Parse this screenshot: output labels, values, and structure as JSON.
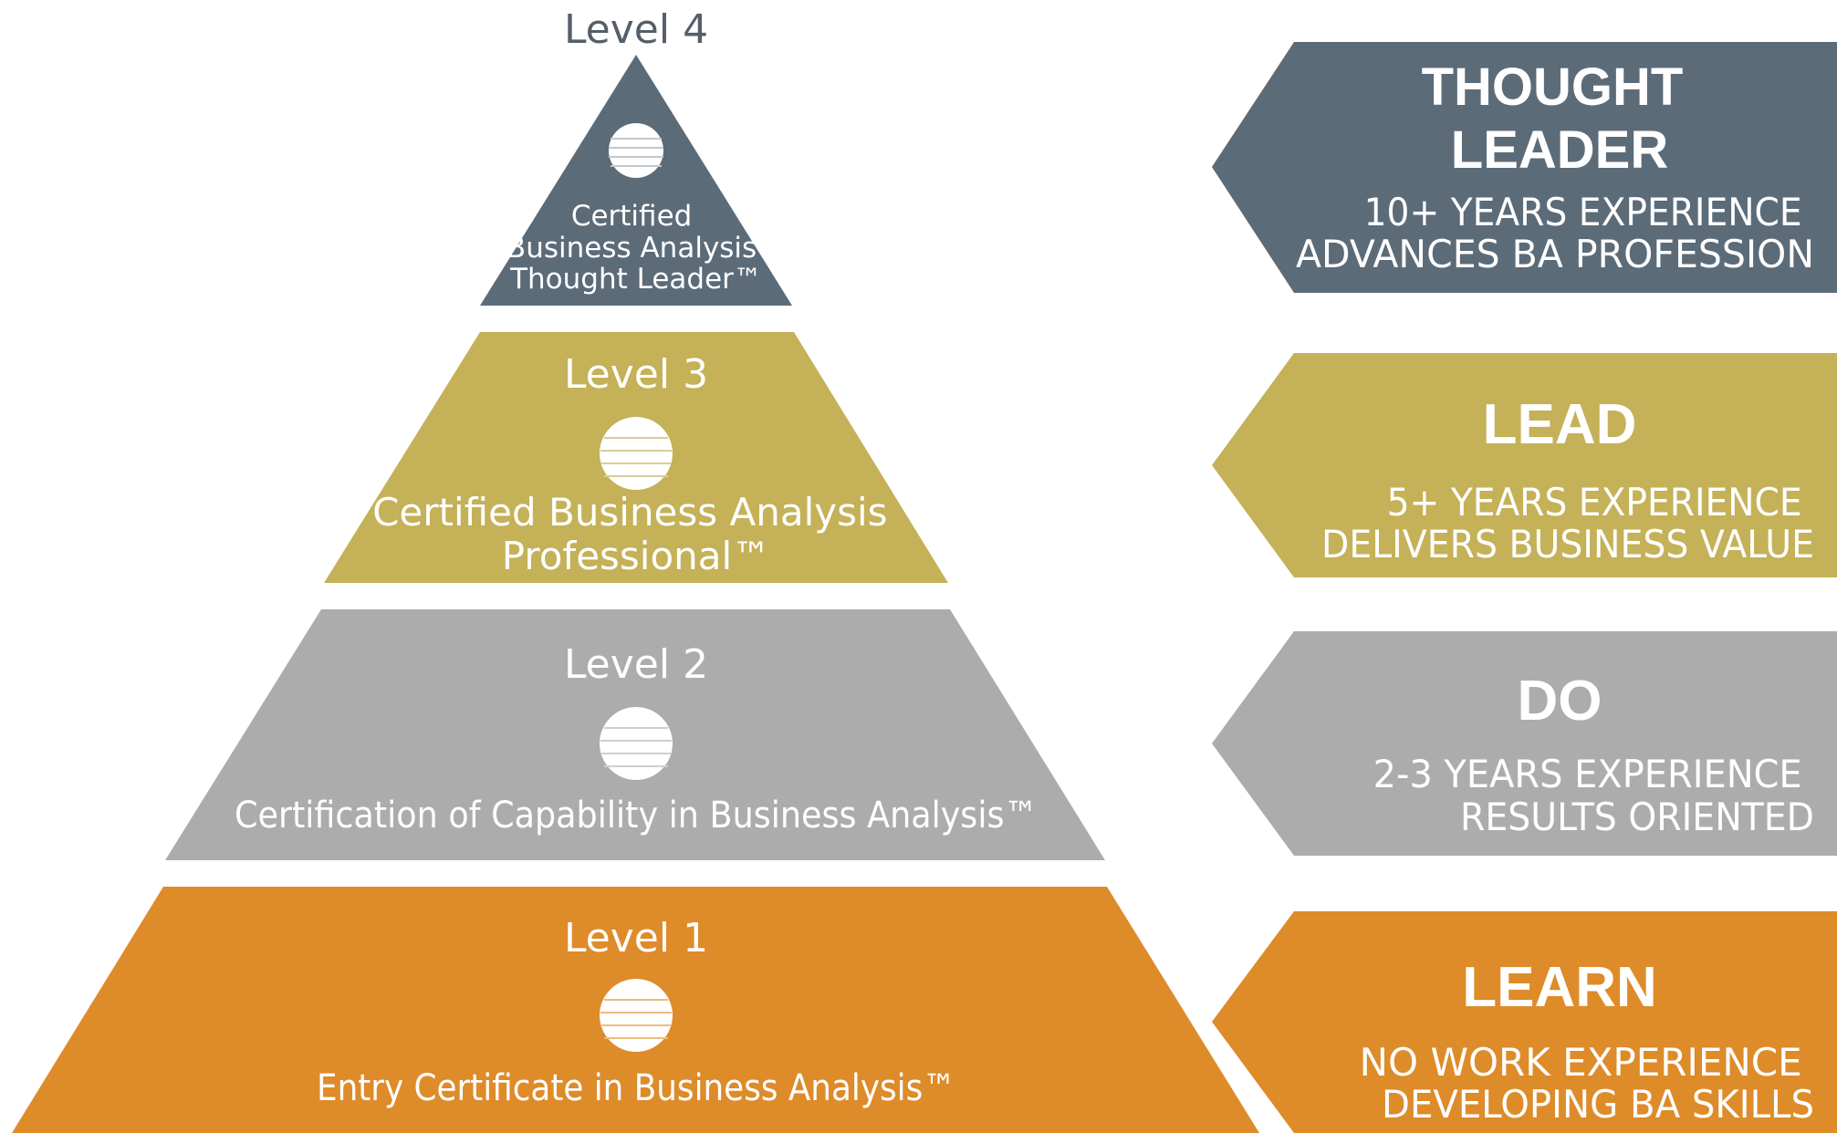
{
  "colors": {
    "level4": "#5c6b78",
    "level3": "#c4b158",
    "level2": "#acacac",
    "level1": "#de8b2a",
    "text_dark": "#555f69",
    "text_light": "#ffffff"
  },
  "levels": [
    {
      "label": "Level 4",
      "cert_lines": [
        "Certified",
        "Business Analysis",
        "Thought Leader™"
      ],
      "banner_title_lines": [
        "THOUGHT",
        "LEADER"
      ],
      "banner_sub_lines": [
        "10+ YEARS EXPERIENCE",
        "ADVANCES BA PROFESSION"
      ]
    },
    {
      "label": "Level 3",
      "cert_lines": [
        "Certified Business Analysis",
        "Professional™"
      ],
      "banner_title_lines": [
        "LEAD"
      ],
      "banner_sub_lines": [
        "5+ YEARS EXPERIENCE",
        "DELIVERS BUSINESS VALUE"
      ]
    },
    {
      "label": "Level 2",
      "cert_lines": [
        "Certification of Capability in Business Analysis™"
      ],
      "banner_title_lines": [
        "DO"
      ],
      "banner_sub_lines": [
        "2-3 YEARS EXPERIENCE",
        "RESULTS ORIENTED"
      ]
    },
    {
      "label": "Level 1",
      "cert_lines": [
        "Entry Certificate in Business Analysis™"
      ],
      "banner_title_lines": [
        "LEARN"
      ],
      "banner_sub_lines": [
        "NO WORK EXPERIENCE",
        "DEVELOPING BA SKILLS"
      ]
    }
  ]
}
